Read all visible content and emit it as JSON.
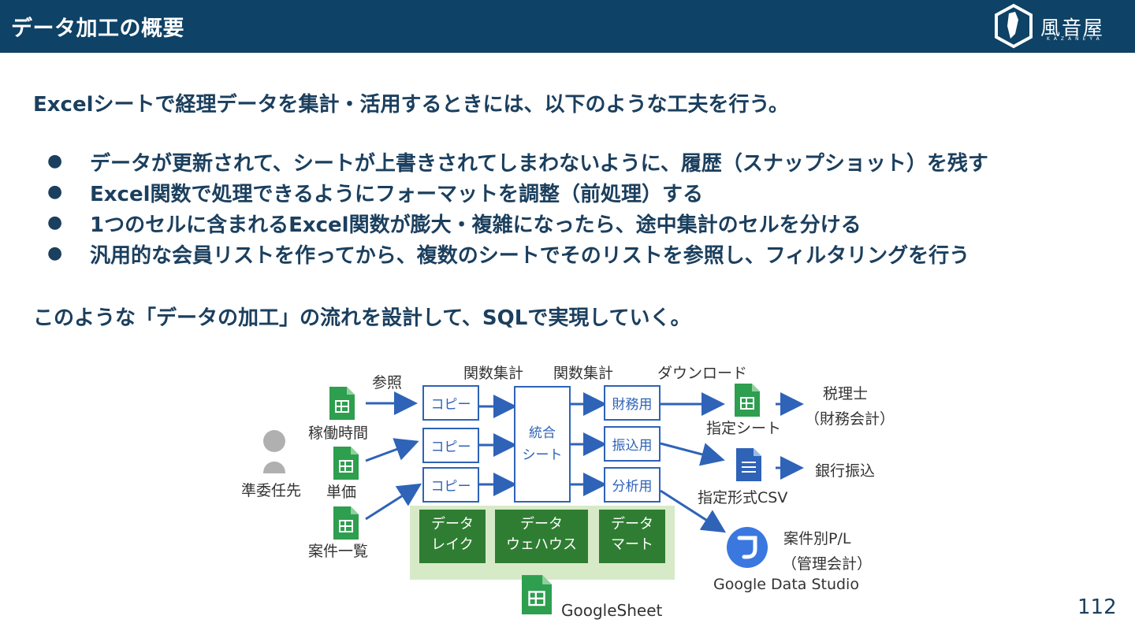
{
  "header": {
    "title": "データ加工の概要",
    "logo_text": "風音屋",
    "logo_sub": "KAZANEYA"
  },
  "intro": "Excelシートで経理データを集計・活用するときには、以下のような工夫を行う。",
  "bullets": [
    "データが更新されて、シートが上書きされてしまわないように、履歴（スナップショット）を残す",
    "Excel関数で処理できるようにフォーマットを調整（前処理）する",
    "1つのセルに含まれるExcel関数が膨大・複雑になったら、途中集計のセルを分ける",
    "汎用的な会員リストを作ってから、複数のシートでそのリストを参照し、フィルタリングを行う"
  ],
  "bullet_symbol": "●",
  "conclusion": "このような「データの加工」の流れを設計して、SQLで実現していく。",
  "diagram": {
    "person_label": "準委任先",
    "sources": [
      "稼働時間",
      "単価",
      "案件一覧"
    ],
    "ref_label": "参照",
    "agg_label_1": "関数集計",
    "agg_label_2": "関数集計",
    "download_label": "ダウンロード",
    "copy_boxes": [
      "コピー",
      "コピー",
      "コピー"
    ],
    "merge_box": [
      "統合",
      "シート"
    ],
    "purpose_boxes": [
      "財務用",
      "振込用",
      "分析用"
    ],
    "outputs": [
      "指定シート",
      "指定形式CSV"
    ],
    "destinations": [
      "税理士",
      "（財務会計）",
      "銀行振込"
    ],
    "case_pl": [
      "案件別P/L",
      "（管理会計）"
    ],
    "gds_label": "Google Data Studio",
    "layers": [
      [
        "データ",
        "レイク"
      ],
      [
        "データ",
        "ウェハウス"
      ],
      [
        "データ",
        "マート"
      ]
    ],
    "sheet_label": "GoogleSheet",
    "colors": {
      "arrow": "#2e63b8",
      "layer": "#2f7d32",
      "layer_bg": "#d7eac8",
      "sheet": "#2e9e4f"
    }
  },
  "page_number": "112"
}
